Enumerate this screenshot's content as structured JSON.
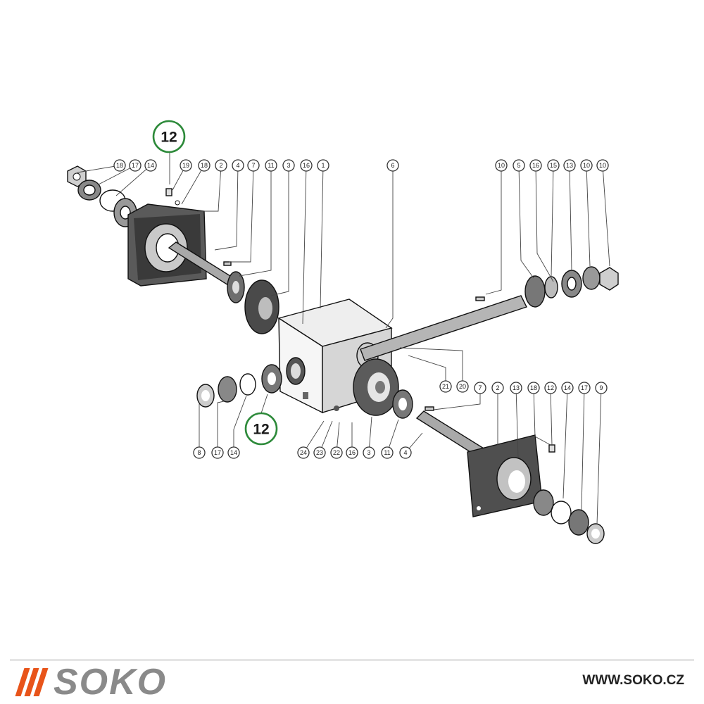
{
  "diagram": {
    "highlight_label": "12",
    "callouts_upper_left": [
      "18",
      "17",
      "14",
      "19",
      "18",
      "2",
      "4",
      "7",
      "11",
      "3",
      "16",
      "1"
    ],
    "callout_top_center": "6",
    "callouts_upper_right": [
      "10",
      "5",
      "16",
      "15",
      "13",
      "10",
      "10"
    ],
    "callouts_mid_right": [
      "21",
      "20"
    ],
    "callouts_lower_left": [
      "8",
      "17",
      "14"
    ],
    "callouts_lower_center": [
      "24",
      "23",
      "22",
      "16",
      "3",
      "11",
      "4"
    ],
    "callouts_lower_right": [
      "7",
      "2",
      "13",
      "18",
      "12",
      "14",
      "17",
      "9"
    ]
  },
  "footer": {
    "brand": "SOKO",
    "url": "WWW.SOKO.CZ"
  },
  "colors": {
    "brand_orange": "#e8541a",
    "brand_gray": "#8a8a8a",
    "highlight_green": "#2d8a3a",
    "line": "#111111"
  }
}
